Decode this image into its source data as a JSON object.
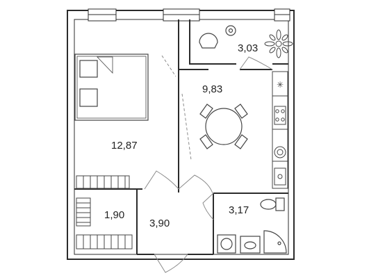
{
  "floor_plan": {
    "rooms": {
      "bedroom": {
        "area": "12,87"
      },
      "kitchen_living": {
        "area": "9,83"
      },
      "balcony": {
        "area": "3,03"
      },
      "storage": {
        "area": "1,90"
      },
      "hallway": {
        "area": "3,90"
      },
      "bathroom": {
        "area": "3,17"
      }
    },
    "colors": {
      "wall": "#2b2b2b",
      "line": "#333333",
      "door_swing": "#8a8a8a",
      "fixture": "#444444"
    }
  }
}
